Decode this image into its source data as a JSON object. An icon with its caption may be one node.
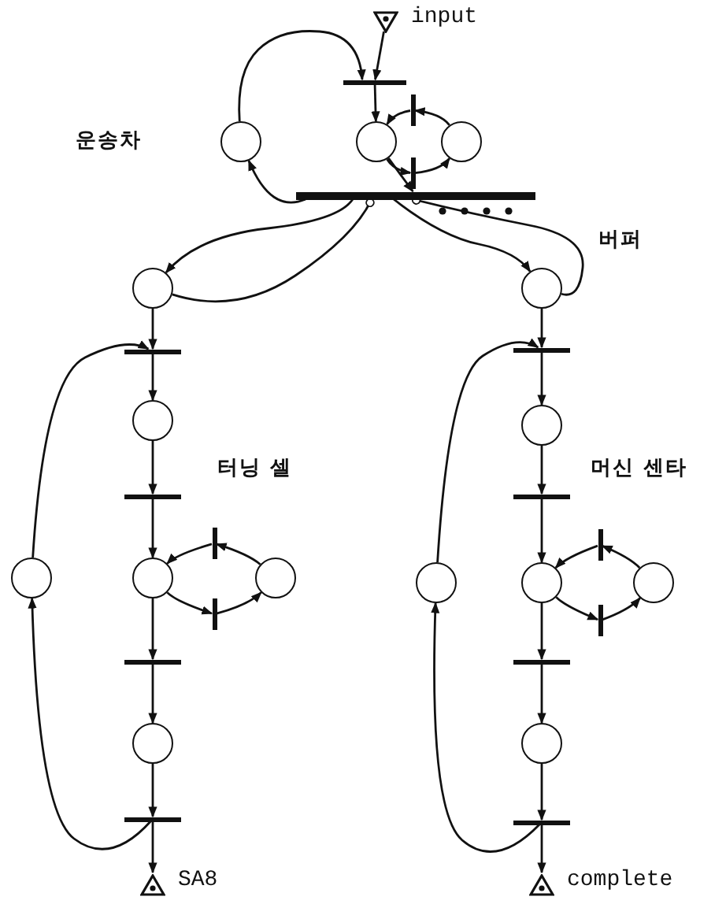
{
  "diagram": {
    "nodes": [
      {
        "text": [],
        "shape": "triangle",
        "beside": [
          "input"
        ]
      },
      {
        "text": [],
        "shape": "bar"
      },
      {
        "text": [],
        "shape": "circle"
      },
      {
        "text": [],
        "shape": "circle"
      },
      {
        "text": [],
        "shape": "bar"
      },
      {
        "text": [],
        "shape": "circle"
      },
      {
        "text": [],
        "shape": "bar"
      },
      {
        "text": [],
        "shape": "bar"
      },
      {
        "text": [],
        "shape": "circle"
      },
      {
        "text": [],
        "shape": "bar"
      },
      {
        "text": [],
        "shape": "circle"
      },
      {
        "text": [],
        "shape": "bar"
      },
      {
        "text": [],
        "shape": "circle"
      },
      {
        "text": [],
        "shape": "circle"
      },
      {
        "text": [],
        "shape": "bar"
      },
      {
        "text": [],
        "shape": "circle"
      },
      {
        "text": [],
        "shape": "bar"
      },
      {
        "text": [],
        "shape": "bar"
      },
      {
        "text": [],
        "shape": "circle"
      },
      {
        "text": [],
        "shape": "bar"
      },
      {
        "text": [],
        "shape": "triangle",
        "beside": [
          "SA8"
        ]
      },
      {
        "text": [],
        "shape": "circle"
      },
      {
        "text": [],
        "shape": "bar"
      },
      {
        "text": [],
        "shape": "circle"
      },
      {
        "text": [],
        "shape": "bar"
      },
      {
        "text": [],
        "shape": "circle"
      },
      {
        "text": [],
        "shape": "circle"
      },
      {
        "text": [],
        "shape": "bar"
      },
      {
        "text": [],
        "shape": "circle"
      },
      {
        "text": [],
        "shape": "bar"
      },
      {
        "text": [],
        "shape": "bar"
      },
      {
        "text": [],
        "shape": "circle"
      },
      {
        "text": [],
        "shape": "bar"
      },
      {
        "text": [],
        "shape": "triangle",
        "beside": [
          "complete"
        ]
      }
    ],
    "edges": [
      {
        "from": 0,
        "to": 1,
        "arrow": "to"
      },
      {
        "from": 2,
        "to": 1,
        "arrow": "to"
      },
      {
        "from": 1,
        "to": 3,
        "arrow": "to"
      },
      {
        "from": 3,
        "to": 7,
        "arrow": "to"
      },
      {
        "from": 7,
        "to": 2,
        "arrow": "to"
      },
      {
        "from": 3,
        "to": 6,
        "arrow": "to"
      },
      {
        "from": 6,
        "to": 5,
        "arrow": "to"
      },
      {
        "from": 5,
        "to": 4,
        "arrow": "to"
      },
      {
        "from": 4,
        "to": 3,
        "arrow": "to"
      },
      {
        "from": 7,
        "to": 8,
        "arrow": "to"
      },
      {
        "from": 8,
        "to": 7,
        "arrow": "other"
      },
      {
        "from": 7,
        "to": 21,
        "arrow": "to"
      },
      {
        "from": 21,
        "to": 7,
        "arrow": "other"
      },
      {
        "from": 8,
        "to": 9,
        "arrow": "to"
      },
      {
        "from": 9,
        "to": 10,
        "arrow": "to"
      },
      {
        "from": 10,
        "to": 11,
        "arrow": "to"
      },
      {
        "from": 11,
        "to": 13,
        "arrow": "to"
      },
      {
        "from": 13,
        "to": 16,
        "arrow": "to"
      },
      {
        "from": 16,
        "to": 15,
        "arrow": "to"
      },
      {
        "from": 15,
        "to": 14,
        "arrow": "to"
      },
      {
        "from": 14,
        "to": 13,
        "arrow": "to"
      },
      {
        "from": 13,
        "to": 17,
        "arrow": "to"
      },
      {
        "from": 17,
        "to": 18,
        "arrow": "to"
      },
      {
        "from": 18,
        "to": 19,
        "arrow": "to"
      },
      {
        "from": 19,
        "to": 20,
        "arrow": "to"
      },
      {
        "from": 19,
        "to": 12,
        "arrow": "to"
      },
      {
        "from": 12,
        "to": 9,
        "arrow": "to"
      },
      {
        "from": 21,
        "to": 22,
        "arrow": "to"
      },
      {
        "from": 22,
        "to": 23,
        "arrow": "to"
      },
      {
        "from": 23,
        "to": 24,
        "arrow": "to"
      },
      {
        "from": 24,
        "to": 26,
        "arrow": "to"
      },
      {
        "from": 26,
        "to": 29,
        "arrow": "to"
      },
      {
        "from": 29,
        "to": 28,
        "arrow": "to"
      },
      {
        "from": 28,
        "to": 27,
        "arrow": "to"
      },
      {
        "from": 27,
        "to": 26,
        "arrow": "to"
      },
      {
        "from": 26,
        "to": 30,
        "arrow": "to"
      },
      {
        "from": 30,
        "to": 31,
        "arrow": "to"
      },
      {
        "from": 31,
        "to": 32,
        "arrow": "to"
      },
      {
        "from": 32,
        "to": 33,
        "arrow": "to"
      },
      {
        "from": 32,
        "to": 25,
        "arrow": "to"
      },
      {
        "from": 25,
        "to": 22,
        "arrow": "to"
      }
    ],
    "labels": [
      "운송차",
      "버퍼",
      "터닝 셀",
      "머신 센타"
    ]
  }
}
